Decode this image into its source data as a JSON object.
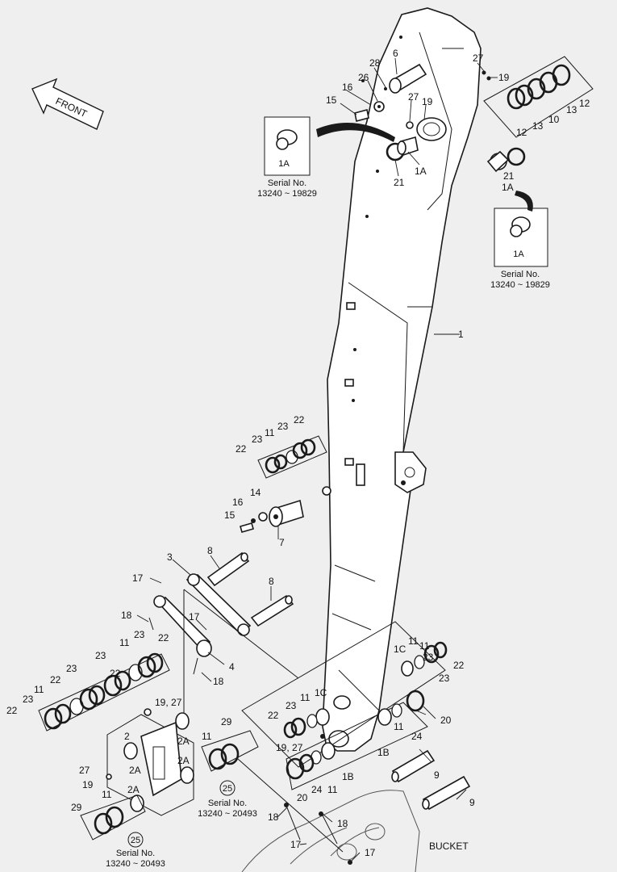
{
  "direction": {
    "label": "FRONT"
  },
  "boxes": {
    "left": {
      "part": "1A",
      "serial_label": "Serial No.",
      "serial_range": "13240 ~ 19829"
    },
    "right": {
      "part": "1A",
      "serial_label": "Serial No.",
      "serial_range": "13240 ~ 19829"
    },
    "center_note": {
      "ref": "25",
      "serial_label": "Serial No.",
      "serial_range": "13240 ~ 20493"
    },
    "left_note": {
      "ref": "25",
      "serial_label": "Serial No.",
      "serial_range": "13240 ~ 20493"
    }
  },
  "bucket_label": "BUCKET",
  "callouts": {
    "c_28": "28",
    "c_6": "6",
    "c_26": "26",
    "c_16a": "16",
    "c_15a": "15",
    "c_27a": "27",
    "c_19a": "19",
    "c_1a_top": "1A",
    "c_21a": "21",
    "c_27b": "27",
    "c_19b": "19",
    "c_12a": "12",
    "c_13a": "13",
    "c_10": "10",
    "c_13b": "13",
    "c_12b": "12",
    "c_21b": "21",
    "c_1a_right": "1A",
    "c_1": "1",
    "c_22a": "22",
    "c_23a": "23",
    "c_11a": "11",
    "c_23b": "23",
    "c_22b": "22",
    "c_16b": "16",
    "c_14": "14",
    "c_15b": "15",
    "c_7": "7",
    "c_3": "3",
    "c_8a": "8",
    "c_8b": "8",
    "c_17a": "17",
    "c_18a": "18",
    "c_23c": "23",
    "c_17b": "17",
    "c_4": "4",
    "c_18b": "18",
    "c_23d": "23",
    "c_11b": "11",
    "c_22c": "22",
    "c_22d": "22",
    "c_23e": "23",
    "c_11c": "11",
    "c_23f": "23",
    "c_22e": "22",
    "c_1c_a": "1C",
    "c_11d": "11",
    "c_23g": "23",
    "c_22f": "22",
    "c_19_27a": "19, 27",
    "c_2": "2",
    "c_2a_a": "2A",
    "c_2a_b": "2A",
    "c_2a_c": "2A",
    "c_2a_d": "2A",
    "c_27c": "27",
    "c_19c": "19",
    "c_11e": "11",
    "c_29a": "29",
    "c_11f": "11",
    "c_29b": "29",
    "c_1c_b": "1C",
    "c_11g": "11",
    "c_23h": "23",
    "c_22g": "22",
    "c_11h": "11",
    "c_23i": "23",
    "c_22h": "22",
    "c_19_27b": "19, 27",
    "c_20a": "20",
    "c_1b_a": "1B",
    "c_11i": "11",
    "c_24a": "24",
    "c_20b": "20",
    "c_24b": "24",
    "c_11j": "11",
    "c_1b_b": "1B",
    "c_9a": "9",
    "c_9b": "9",
    "c_18c": "18",
    "c_18d": "18",
    "c_17c": "17",
    "c_17d": "17"
  }
}
